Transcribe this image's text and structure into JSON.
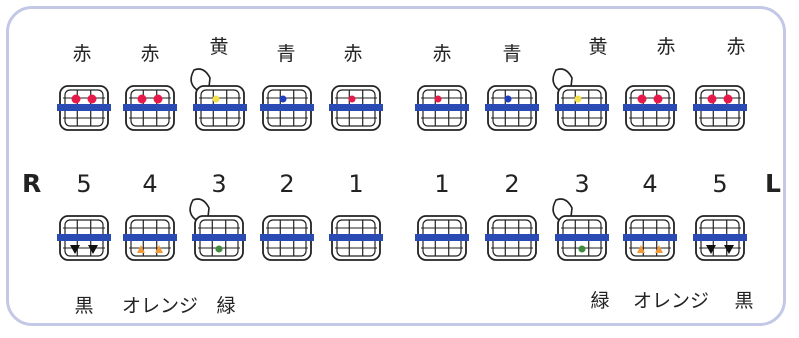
{
  "side_labels": {
    "right": "R",
    "left": "L"
  },
  "upper": {
    "colors": [
      "赤",
      "赤",
      "黄",
      "青",
      "赤",
      "赤",
      "青",
      "黄",
      "赤",
      "赤"
    ]
  },
  "tooth_numbers": [
    "5",
    "4",
    "3",
    "2",
    "1",
    "1",
    "2",
    "3",
    "4",
    "5"
  ],
  "lower": {
    "labels": [
      "黒",
      "オレンジ",
      "緑",
      "緑",
      "オレンジ",
      "黒"
    ]
  },
  "upper_brackets": [
    {
      "marks": "dots",
      "mark_color": "#e6194b",
      "count": 2,
      "hook": false
    },
    {
      "marks": "dots",
      "mark_color": "#e6194b",
      "count": 2,
      "hook": false
    },
    {
      "marks": "dots",
      "mark_color": "#f2e14a",
      "count": 1,
      "hook": true
    },
    {
      "marks": "dots",
      "mark_color": "#1f3fbf",
      "count": 1,
      "hook": false
    },
    {
      "marks": "dots",
      "mark_color": "#e6194b",
      "count": 1,
      "hook": false
    },
    {
      "marks": "dots",
      "mark_color": "#e6194b",
      "count": 1,
      "hook": false
    },
    {
      "marks": "dots",
      "mark_color": "#1f3fbf",
      "count": 1,
      "hook": false
    },
    {
      "marks": "dots",
      "mark_color": "#f2e14a",
      "count": 1,
      "hook": true
    },
    {
      "marks": "dots",
      "mark_color": "#e6194b",
      "count": 2,
      "hook": false
    },
    {
      "marks": "dots",
      "mark_color": "#e6194b",
      "count": 2,
      "hook": false
    }
  ],
  "lower_brackets": [
    {
      "marks": "triangles",
      "mark_color": "#111111",
      "count": 2,
      "hook": false
    },
    {
      "marks": "triangles",
      "mark_color": "#f29a3a",
      "count": 2,
      "hook": false
    },
    {
      "marks": "dots",
      "mark_color": "#3f8a3f",
      "count": 1,
      "hook": true
    },
    {
      "marks": "none",
      "count": 0,
      "hook": false
    },
    {
      "marks": "none",
      "count": 0,
      "hook": false
    },
    {
      "marks": "none",
      "count": 0,
      "hook": false
    },
    {
      "marks": "none",
      "count": 0,
      "hook": false
    },
    {
      "marks": "dots",
      "mark_color": "#3f8a3f",
      "count": 1,
      "hook": true
    },
    {
      "marks": "triangles",
      "mark_color": "#f29a3a",
      "count": 2,
      "hook": false
    },
    {
      "marks": "triangles",
      "mark_color": "#111111",
      "count": 2,
      "hook": false
    }
  ],
  "colors": {
    "archwire": "#2a4bb3",
    "frame": "#c3c8e6"
  }
}
